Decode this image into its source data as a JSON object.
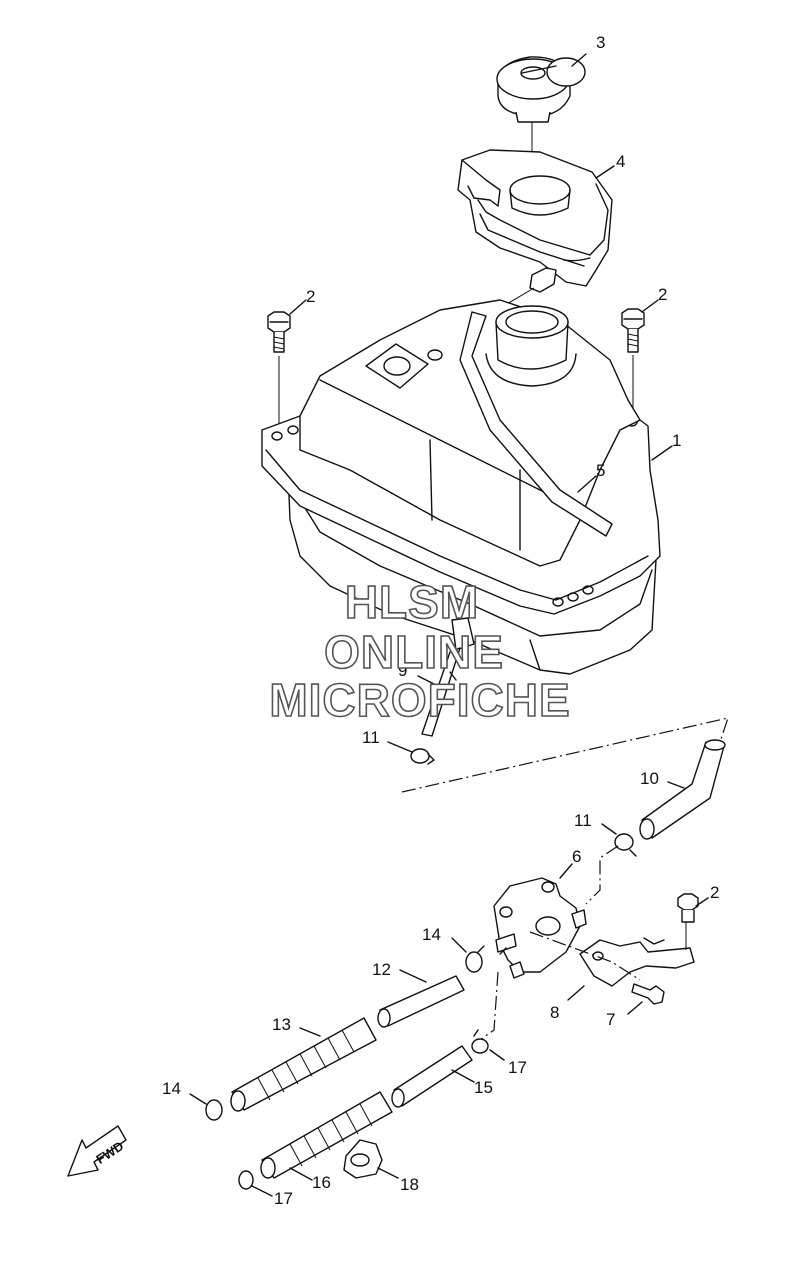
{
  "callouts": [
    "1",
    "2",
    "2",
    "2",
    "3",
    "4",
    "5",
    "6",
    "7",
    "8",
    "9",
    "10",
    "11",
    "11",
    "12",
    "13",
    "14",
    "14",
    "15",
    "16",
    "17",
    "17",
    "18"
  ],
  "watermark": {
    "line1": "HLSM",
    "line2": "ONLINE",
    "line3": "MICROFICHE"
  },
  "fwd_label": "FWD"
}
